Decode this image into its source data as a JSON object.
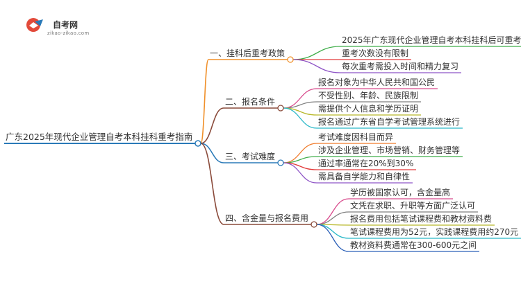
{
  "logo": {
    "title": "自考网",
    "subtitle": "zikao-zikao.com"
  },
  "root": "广东2025年现代企业管理自考本科挂科重考指南",
  "branches": [
    {
      "label": "一、挂科后重考政策",
      "color": "#f0902a",
      "leaves": [
        {
          "text": "2025年广东现代企业管理自考本科挂科后可重考",
          "color": "#3fae49"
        },
        {
          "text": "重考次数没有限制",
          "color": "#e23b3b"
        },
        {
          "text": "每次重考需投入时间和精力复习",
          "color": "#8e54c6"
        }
      ]
    },
    {
      "label": "二、报名条件",
      "color": "#8a4a3a",
      "leaves": [
        {
          "text": "报名对象为中华人民共和国公民",
          "color": "#d84a8c"
        },
        {
          "text": "不受性别、年龄、民族限制",
          "color": "#7f7f7f"
        },
        {
          "text": "需提供个人信息和学历证明",
          "color": "#b8b82a"
        },
        {
          "text": "报名通过广东省自学考试管理系统进行",
          "color": "#28b8c8"
        }
      ]
    },
    {
      "label": "三、考试难度",
      "color": "#2a7ab8",
      "leaves": [
        {
          "text": "考试难度因科目而异",
          "color": "#f07b2a"
        },
        {
          "text": "涉及企业管理、市场营销、财务管理等",
          "color": "#3fae49"
        },
        {
          "text": "通过率通常在20%到30%",
          "color": "#e23b3b"
        },
        {
          "text": "需具备自学能力和自律性",
          "color": "#8e54c6"
        }
      ]
    },
    {
      "label": "四、含金量与报名费用",
      "color": "#8a4a3a",
      "leaves": [
        {
          "text": "学历被国家认可，含金量高",
          "color": "#d84a8c"
        },
        {
          "text": "文凭在求职、升职等方面广泛认可",
          "color": "#7f7f7f"
        },
        {
          "text": "报名费用包括笔试课程费和教材资料费",
          "color": "#b8b82a"
        },
        {
          "text": "笔试课程费用为52元，实践课程费用约270元",
          "color": "#28b8c8"
        },
        {
          "text": "教材资料费通常在300-600元之间",
          "color": "#2a5fb8"
        }
      ]
    }
  ]
}
